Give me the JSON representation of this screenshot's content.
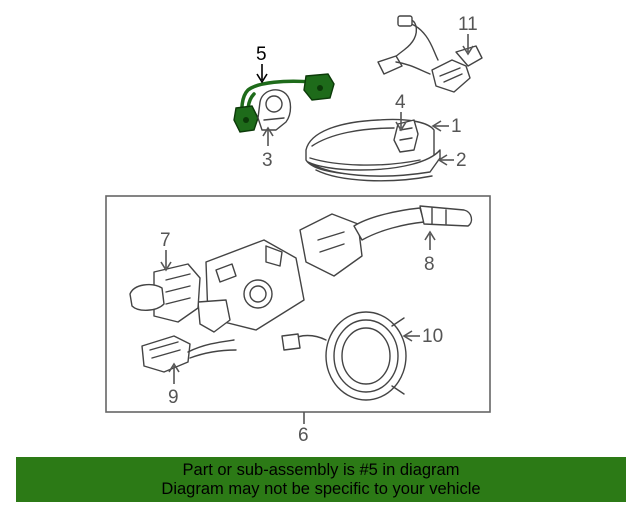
{
  "callouts": {
    "c1": "1",
    "c2": "2",
    "c3": "3",
    "c4": "4",
    "c5": "5",
    "c6": "6",
    "c7": "7",
    "c8": "8",
    "c9": "9",
    "c10": "10",
    "c11": "11"
  },
  "highlighted_part": "5",
  "banner": {
    "line1": "Part or sub-assembly is #5 in diagram",
    "line2": "Diagram may not be specific to your vehicle"
  },
  "colors": {
    "highlight": "#1e6b1a",
    "banner_bg": "#2c7a16",
    "line": "#444444"
  }
}
